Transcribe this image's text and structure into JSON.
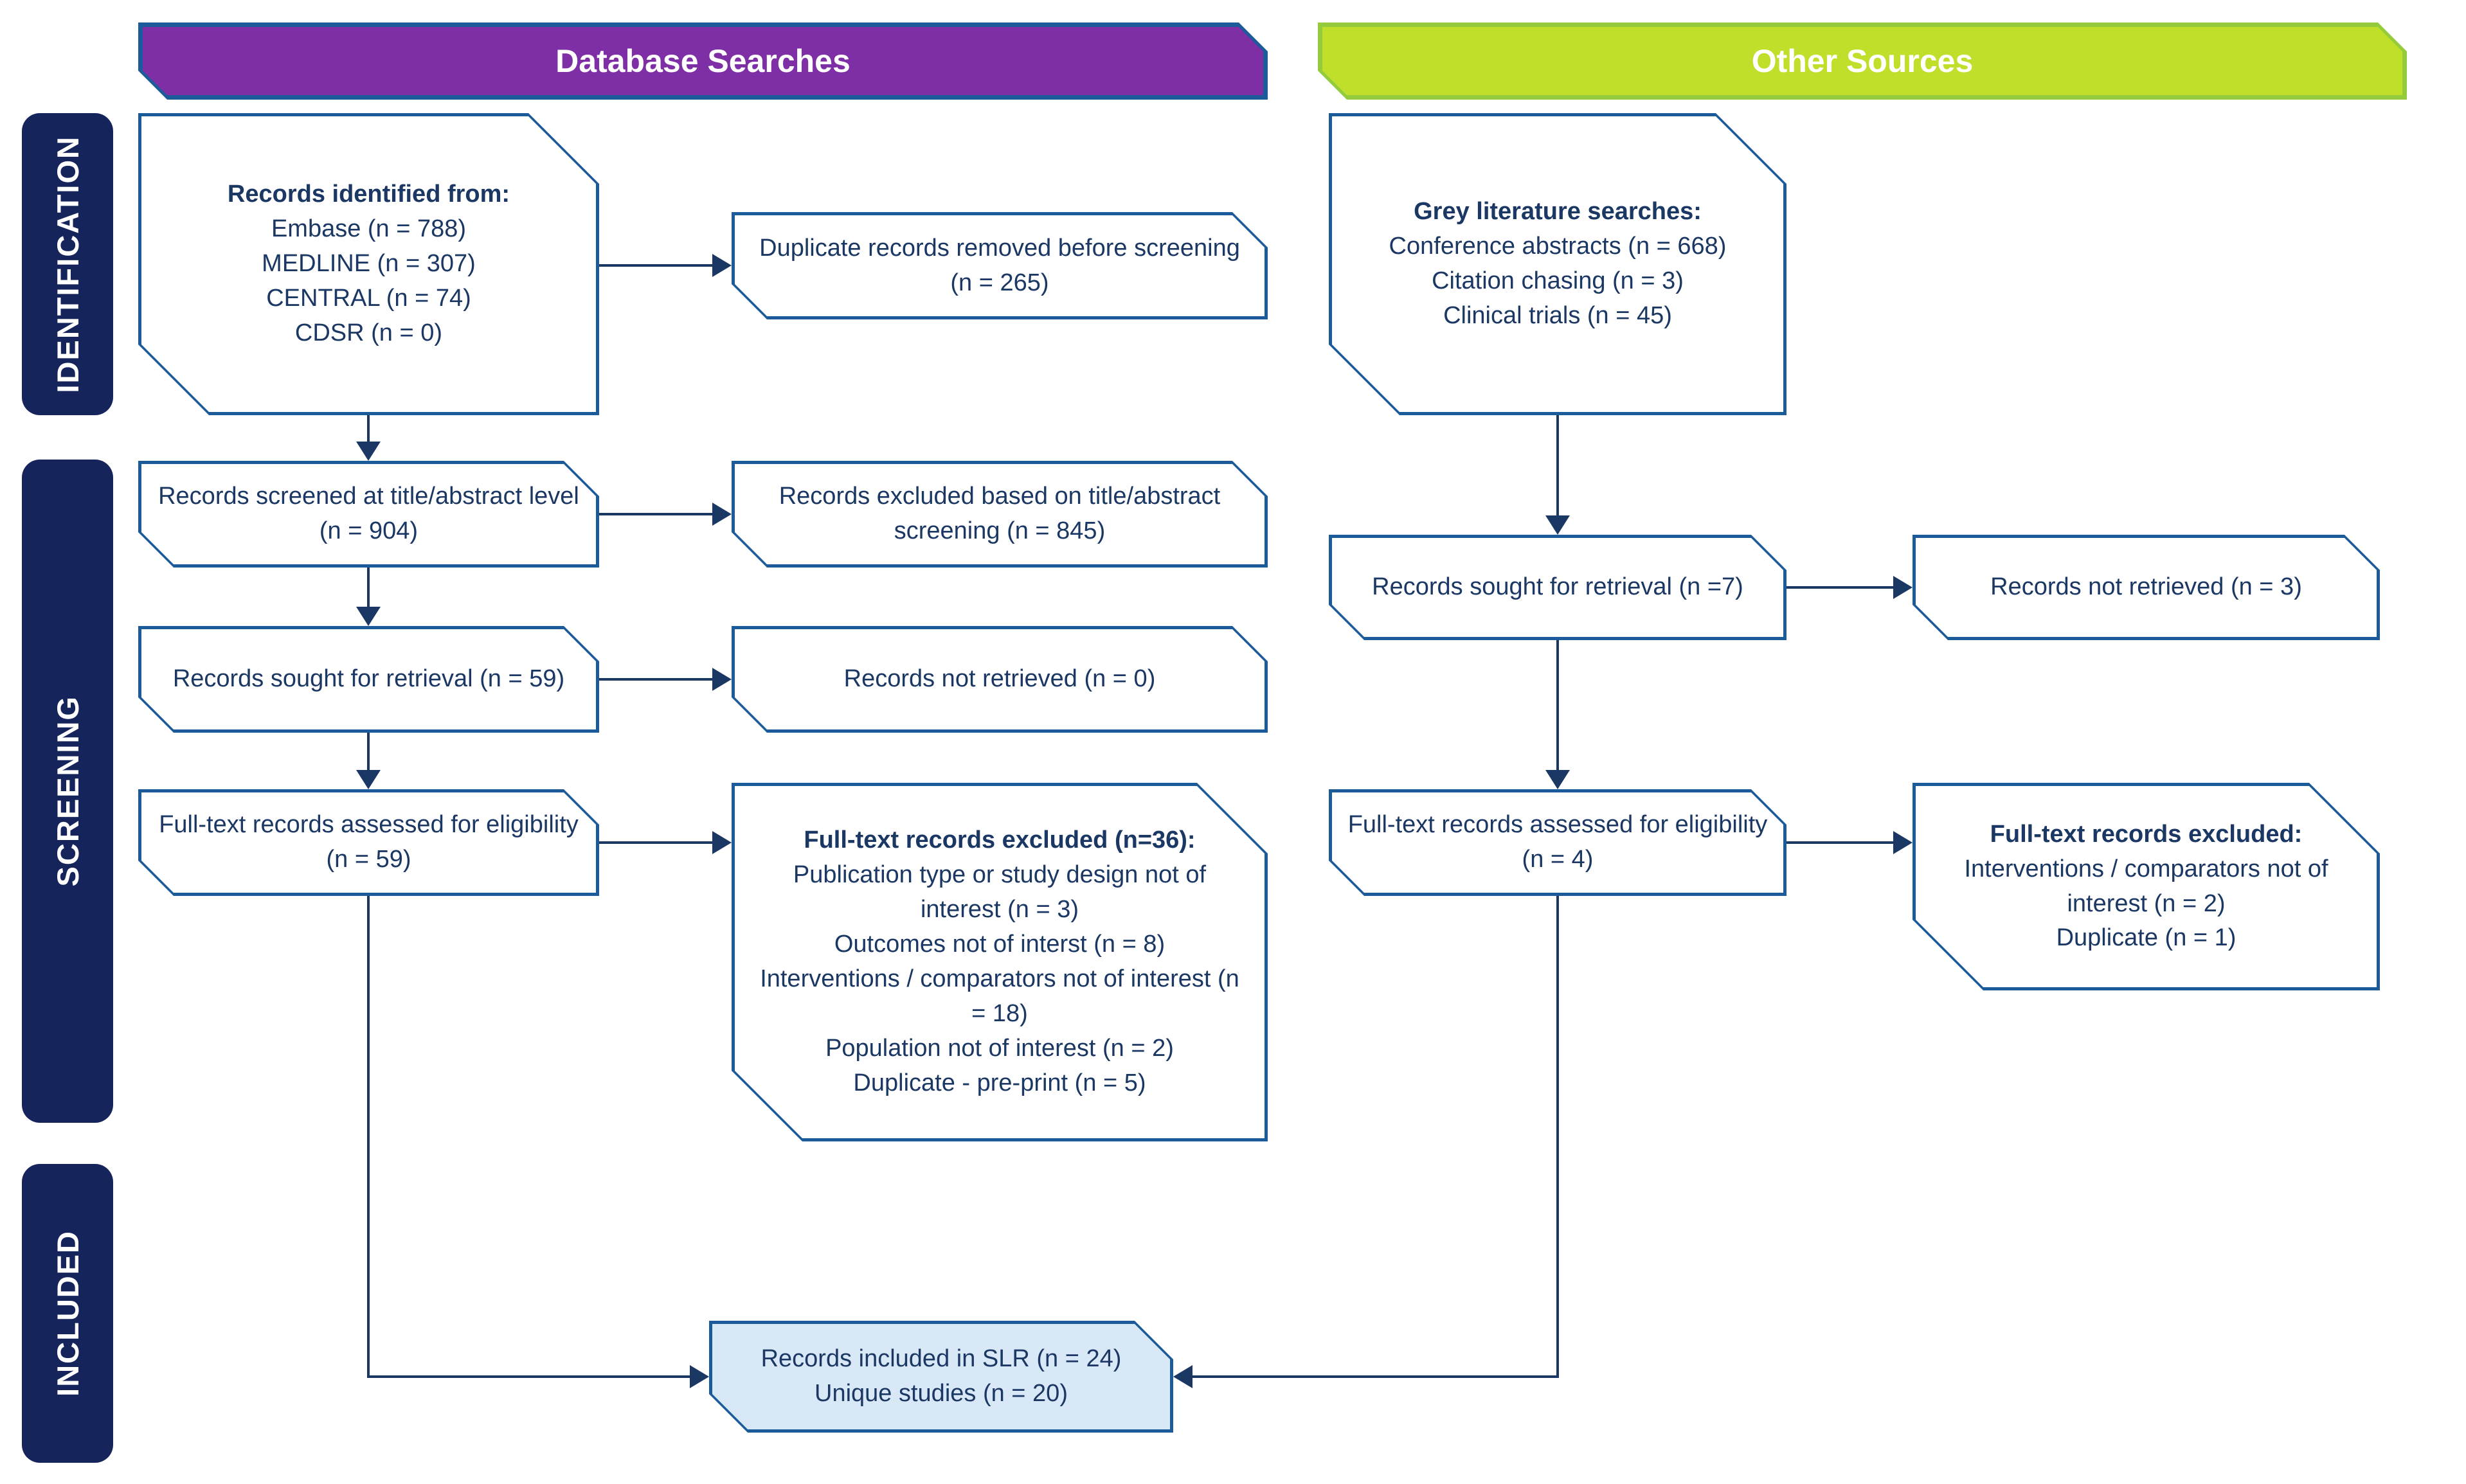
{
  "banners": {
    "database": {
      "label": "Database Searches",
      "fill": "#7F2FA6"
    },
    "other": {
      "label": "Other Sources",
      "fill": "#BFDF2B"
    }
  },
  "sidebar": {
    "identification": "IDENTIFICATION",
    "screening": "SCREENING",
    "included": "INCLUDED"
  },
  "boxes": {
    "records_identified": {
      "title": "Records identified from:",
      "lines": [
        "Embase (n = 788)",
        "MEDLINE (n = 307)",
        "CENTRAL (n = 74)",
        "CDSR (n = 0)"
      ]
    },
    "duplicates_removed": {
      "lines": [
        "Duplicate records removed before screening (n = 265)"
      ]
    },
    "grey_literature": {
      "title": "Grey literature searches:",
      "lines": [
        "Conference abstracts (n = 668)",
        "Citation chasing (n = 3)",
        "Clinical trials  (n = 45)"
      ]
    },
    "records_screened": {
      "lines": [
        "Records screened at title/abstract level (n = 904)"
      ]
    },
    "excluded_title_abstract": {
      "lines": [
        "Records excluded based on title/abstract screening (n = 845)"
      ]
    },
    "records_sought_db": {
      "lines": [
        "Records sought for retrieval (n = 59)"
      ]
    },
    "not_retrieved_db": {
      "lines": [
        "Records not retrieved (n = 0)"
      ]
    },
    "fulltext_assessed_db": {
      "lines": [
        "Full-text records assessed for eligibility (n = 59)"
      ]
    },
    "fulltext_excluded_db": {
      "title": "Full-text records excluded (n=36):",
      "lines": [
        "Publication type or study design not of interest (n = 3)",
        "Outcomes not of interst (n = 8)",
        "Interventions / comparators not of interest (n = 18)",
        "Population not of interest (n = 2)",
        "Duplicate - pre-print  (n = 5)"
      ]
    },
    "records_sought_other": {
      "lines": [
        "Records sought for retrieval (n =7)"
      ]
    },
    "not_retrieved_other": {
      "lines": [
        "Records not retrieved (n = 3)"
      ]
    },
    "fulltext_assessed_other": {
      "lines": [
        "Full-text records assessed for eligibility (n = 4)"
      ]
    },
    "fulltext_excluded_other": {
      "title": "Full-text records excluded:",
      "lines": [
        "Interventions / comparators not of interest (n = 2)",
        "Duplicate (n = 1)"
      ]
    },
    "included_slr": {
      "lines": [
        "Records included in SLR (n = 24)",
        "Unique studies  (n = 20)"
      ]
    }
  },
  "colors": {
    "box_border": "#1C5B99",
    "text_navy": "#1B3763",
    "sidebar_navy": "#16245C",
    "banner_purple": "#7F2FA6",
    "banner_green": "#BFDF2B",
    "included_fill": "#D9E8F6"
  }
}
